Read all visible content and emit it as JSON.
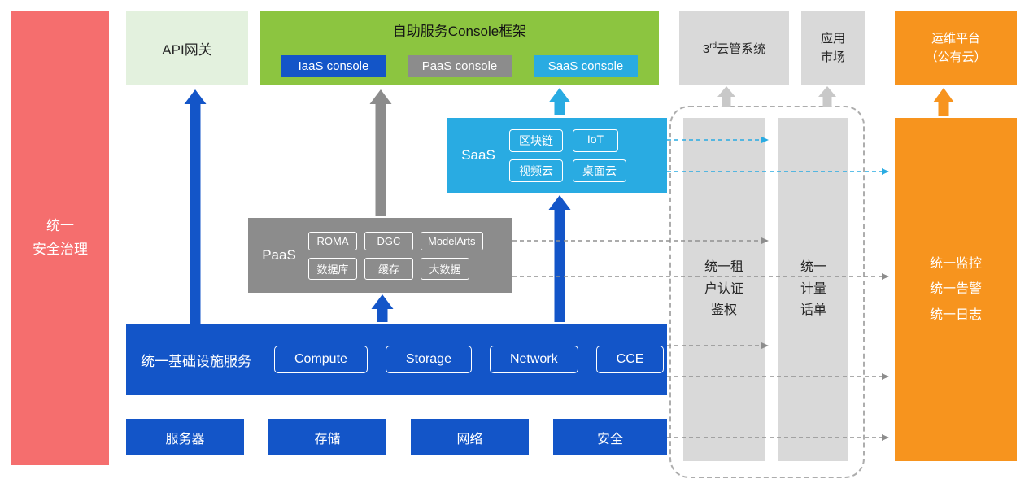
{
  "colors": {
    "security_red": "#F56E6E",
    "api_gateway_green": "#E3F1DE",
    "console_green": "#8CC540",
    "primary_blue": "#1355C8",
    "paas_gray": "#8C8C8C",
    "panel_light_gray": "#D9D9D9",
    "saas_cyan": "#29ABE2",
    "ops_orange": "#F7941E"
  },
  "left_bar": {
    "label": "统一\n安全治理"
  },
  "top": {
    "api_gateway": {
      "label": "API网关"
    },
    "console_frame": {
      "title": "自助服务Console框架",
      "consoles": [
        {
          "label": "IaaS console"
        },
        {
          "label": "PaaS console"
        },
        {
          "label": "SaaS console"
        }
      ]
    },
    "third_party_cloud": {
      "prefix": "3",
      "superscript": "rd",
      "suffix": "云管系统"
    },
    "app_market": {
      "label": "应用\n市场"
    },
    "ops_platform": {
      "label": "运维平台\n（公有云）"
    }
  },
  "saas": {
    "label": "SaaS",
    "items": [
      "区块链",
      "IoT",
      "视频云",
      "桌面云"
    ]
  },
  "paas": {
    "label": "PaaS",
    "items": [
      "ROMA",
      "DGC",
      "ModelArts",
      "数据库",
      "缓存",
      "大数据"
    ]
  },
  "infrastructure": {
    "label": "统一基础设施服务",
    "items": [
      "Compute",
      "Storage",
      "Network",
      "CCE"
    ]
  },
  "bottom_row": {
    "items": [
      "服务器",
      "存储",
      "网络",
      "安全"
    ]
  },
  "right_panel": {
    "tenant_auth": {
      "label": "统一租\n户认证\n鉴权"
    },
    "metering": {
      "label": "统一\n计量\n话单"
    },
    "monitoring": {
      "label": "统一监控\n统一告警\n统一日志"
    }
  }
}
